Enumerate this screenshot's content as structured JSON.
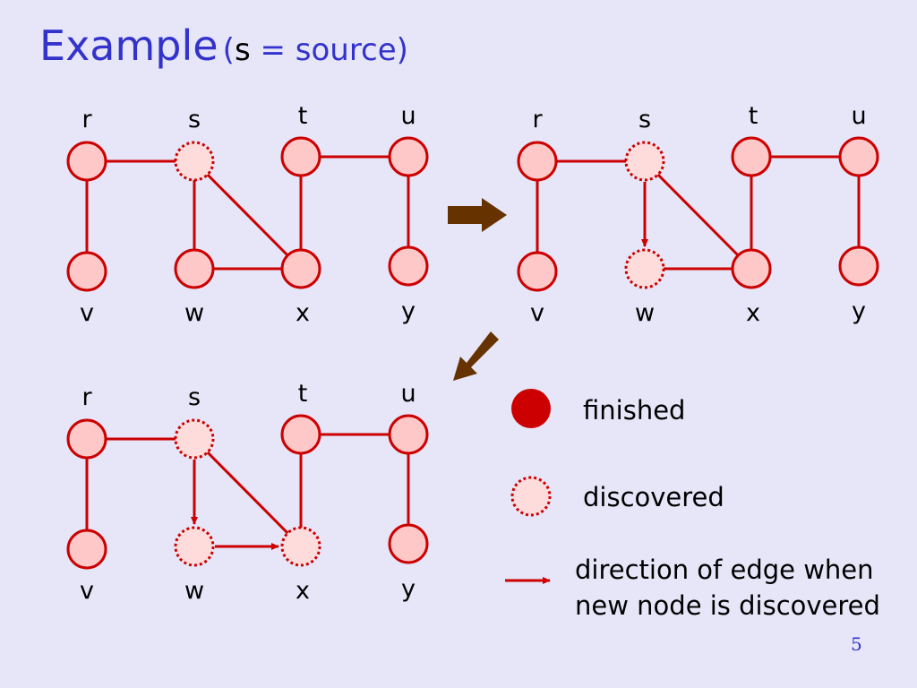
{
  "slide": {
    "title_main": "Example",
    "title_open": "(",
    "title_source": "s",
    "title_rest": " = source)",
    "page_number": "5"
  },
  "colors": {
    "background": "#E6E6F8",
    "title": "#3333CC",
    "edge": "#CC0000",
    "node_fill": "#FFC8C8",
    "discovered_fill": "#FFDCDC",
    "finished_fill": "#CC0000",
    "step_arrow": "#663300"
  },
  "graph": {
    "nodes": [
      "r",
      "s",
      "t",
      "u",
      "v",
      "w",
      "x",
      "y"
    ],
    "edges": [
      [
        "r",
        "s"
      ],
      [
        "s",
        "w"
      ],
      [
        "s",
        "x"
      ],
      [
        "t",
        "x"
      ],
      [
        "t",
        "u"
      ],
      [
        "r",
        "v"
      ],
      [
        "w",
        "x"
      ],
      [
        "u",
        "y"
      ]
    ]
  },
  "panels": [
    {
      "name": "step-1",
      "discovered": [
        "s"
      ],
      "finished": [],
      "directed_edges": []
    },
    {
      "name": "step-2",
      "discovered": [
        "s",
        "w"
      ],
      "finished": [],
      "directed_edges": [
        [
          "s",
          "w"
        ]
      ]
    },
    {
      "name": "step-3",
      "discovered": [
        "s",
        "w",
        "x"
      ],
      "finished": [],
      "directed_edges": [
        [
          "s",
          "w"
        ],
        [
          "w",
          "x"
        ]
      ]
    }
  ],
  "legend": {
    "finished": "finished",
    "discovered": "discovered",
    "direction_line1": "direction of edge when",
    "direction_line2": "new node is discovered"
  }
}
